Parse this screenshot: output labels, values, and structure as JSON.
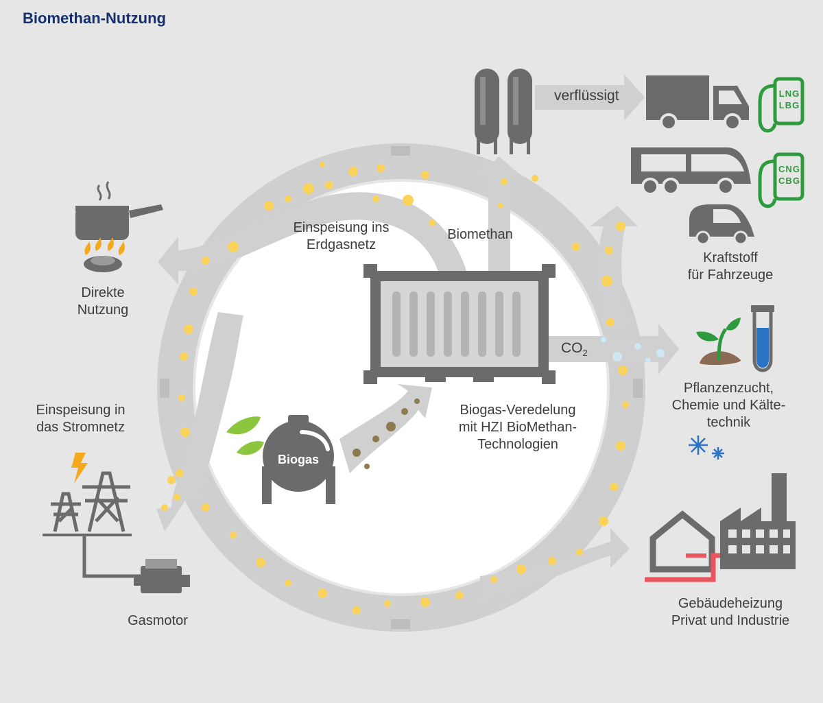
{
  "title": "Biomethan-Nutzung",
  "labels": {
    "direct_use": "Direkte\nNutzung",
    "grid_feed": "Einspeisung ins\nErdgasnetz",
    "biomethane": "Biomethan",
    "power_grid": "Einspeisung in\ndas Stromnetz",
    "gas_engine": "Gasmotor",
    "upgrading": "Biogas-Veredelung\nmit HZI BioMethan-\nTechnologien",
    "biogas": "Biogas",
    "liquefied": "verflüssigt",
    "co2_main": "CO",
    "co2_sub": "2",
    "fuel": "Kraftstoff\nfür Fahrzeuge",
    "plants": "Pflanzenzucht,\nChemie und Kälte-\ntechnik",
    "heating": "Gebäudeheizung\nPrivat und Industrie",
    "lng_line1": "LNG",
    "lng_line2": "LBG",
    "cng_line1": "CNG",
    "cng_line2": "CBG"
  },
  "icons": {
    "cooking": "cooking-pot-icon",
    "burner": "gas-flame-icon",
    "power": "power-pylon-icon",
    "lightning": "lightning-icon",
    "engine": "gas-engine-icon",
    "storage": "storage-tanks-icon",
    "truck": "truck-icon",
    "bus": "bus-icon",
    "car": "car-icon",
    "pump": "fuel-pump-icon",
    "plant": "plant-seedling-icon",
    "tube": "test-tube-icon",
    "snow": "snowflake-icon",
    "house": "house-icon",
    "factory": "factory-icon",
    "plant_unit": "upgrading-container-icon",
    "tank": "biogas-tank-icon",
    "leaves": "leaf-icon"
  },
  "colors": {
    "background": "#e6e6e6",
    "pipe": "#cfcfcf",
    "dark": "#6b6b6b",
    "bubble": "#fbd35a",
    "title": "#14306e",
    "green": "#2f9a3d",
    "leaf": "#8cc63e",
    "pipe_red": "#e8555e",
    "liquid": "#2a73c4"
  }
}
